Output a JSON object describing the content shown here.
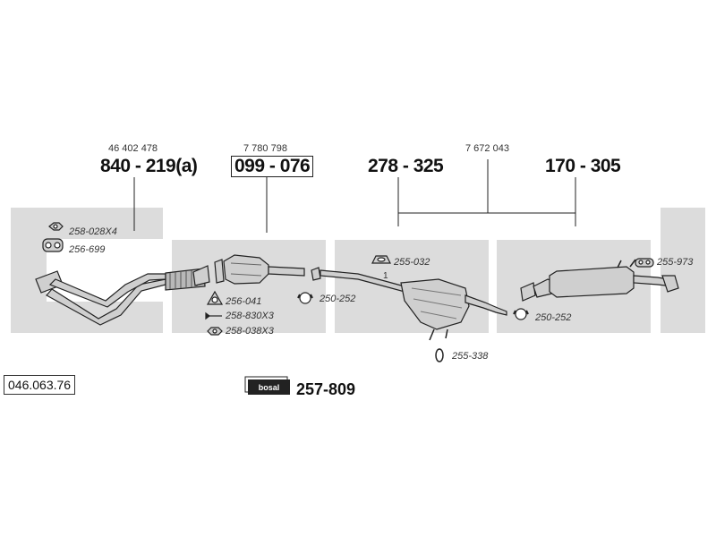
{
  "colors": {
    "band": "#dcdcdc",
    "line": "#222222",
    "part_fill": "#cfcfcf",
    "part_dark": "#9a9a9a"
  },
  "reference_number": "046.063.76",
  "groups": [
    {
      "oem": "46 402 478",
      "part": "840 - 219(a)",
      "boxed": false
    },
    {
      "oem": "7 780 798",
      "part": "099 - 076",
      "boxed": true
    },
    {
      "oem": "7 672 043",
      "parts": [
        "278 - 325",
        "170 - 305"
      ]
    }
  ],
  "accessories": [
    {
      "code": "258-028X4",
      "icon": "nut-icon"
    },
    {
      "code": "256-699",
      "icon": "flange-gasket-icon"
    },
    {
      "code": "256-041",
      "icon": "triangle-gasket-icon"
    },
    {
      "code": "258-830X3",
      "icon": "bolt-icon"
    },
    {
      "code": "258-038X3",
      "icon": "nut-icon"
    },
    {
      "code": "250-252",
      "icon": "clamp-icon"
    },
    {
      "code": "255-032",
      "icon": "rubber-mount-icon"
    },
    {
      "code": "250-252",
      "icon": "clamp-icon"
    },
    {
      "code": "255-338",
      "icon": "rubber-ring-icon"
    },
    {
      "code": "255-973",
      "icon": "rubber-mount-icon"
    }
  ],
  "kit": {
    "code": "257-809",
    "brand": "bosal"
  },
  "pipe_marker": "1"
}
